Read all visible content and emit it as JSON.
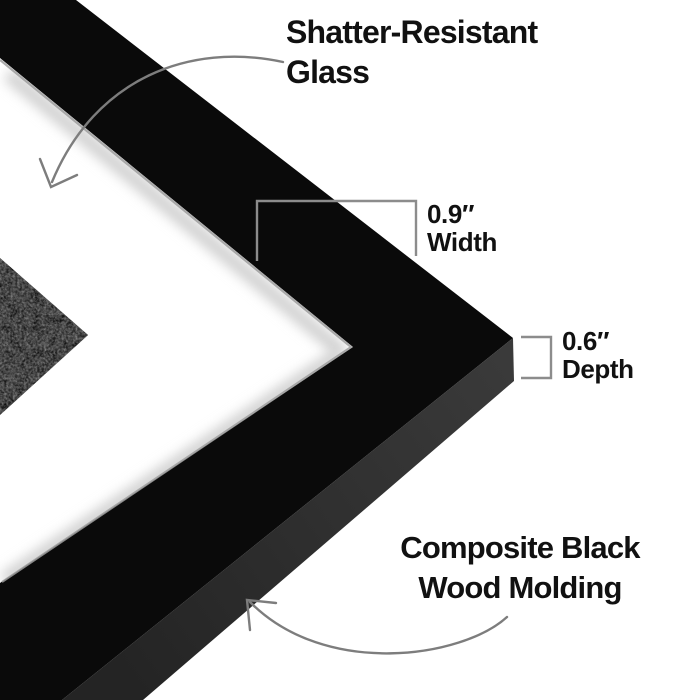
{
  "annotations": {
    "glass": {
      "line1": "Shatter-Resistant",
      "line2": "Glass"
    },
    "width_measurement": {
      "value": "0.9″",
      "label": "Width"
    },
    "depth_measurement": {
      "value": "0.6″",
      "label": "Depth"
    },
    "molding": {
      "line1": "Composite Black",
      "line2": "Wood Molding"
    }
  },
  "colors": {
    "background": "#ffffff",
    "molding_face": "#0a0a0a",
    "molding_side_light": "#3a3a3a",
    "molding_side_dark": "#242424",
    "mat": "#ffffff",
    "mat_shadow": "#cfcfcf",
    "glass_edge_highlight": "#9c9c9c",
    "photo_base": "#585858",
    "annotation_line": "#7d7d7d",
    "bracket_line": "#8c8c8c",
    "text": "#111111"
  },
  "icons": {
    "glass_arrow": "curved-arrow-down-left",
    "molding_arrow": "curved-arrow-up-left",
    "width_bracket": "measurement-bracket-width",
    "depth_bracket": "measurement-bracket-depth"
  }
}
